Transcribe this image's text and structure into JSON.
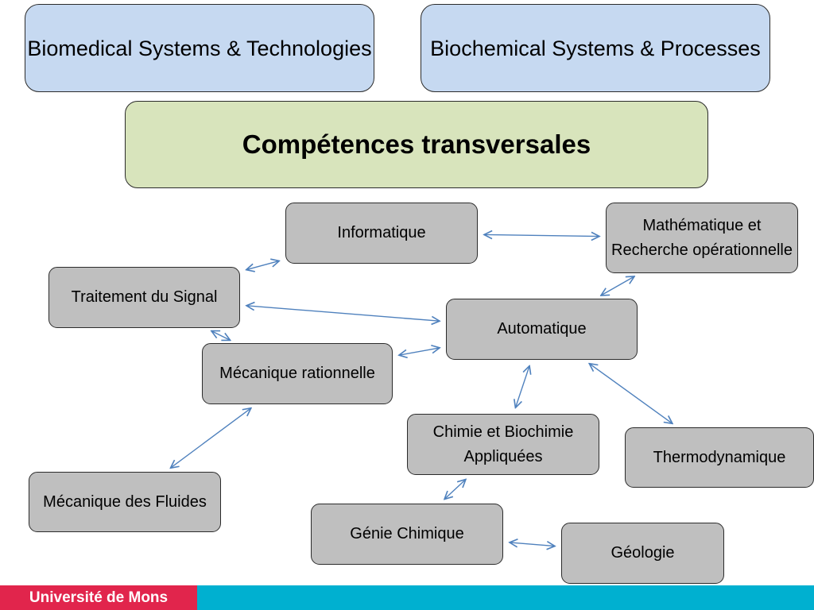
{
  "top_boxes": {
    "biomedical": "Biomedical Systems & Technologies",
    "biochemical": "Biochemical Systems & Processes"
  },
  "central_title": "Compétences transversales",
  "nodes": {
    "informatique": "Informatique",
    "mathematique": "Mathématique et Recherche opérationnelle",
    "traitement_signal": "Traitement du Signal",
    "automatique": "Automatique",
    "mecanique_rationnelle": "Mécanique rationnelle",
    "chimie_biochimie": "Chimie et Biochimie Appliquées",
    "thermodynamique": "Thermodynamique",
    "mecanique_fluides": "Mécanique des Fluides",
    "genie_chimique": "Génie Chimique",
    "geologie": "Géologie"
  },
  "connections": [
    [
      "informatique",
      "mathematique"
    ],
    [
      "informatique",
      "traitement_signal"
    ],
    [
      "traitement_signal",
      "automatique"
    ],
    [
      "mathematique",
      "automatique"
    ],
    [
      "traitement_signal",
      "mecanique_rationnelle"
    ],
    [
      "mecanique_rationnelle",
      "automatique"
    ],
    [
      "automatique",
      "chimie_biochimie"
    ],
    [
      "automatique",
      "thermodynamique"
    ],
    [
      "mecanique_rationnelle",
      "mecanique_fluides"
    ],
    [
      "chimie_biochimie",
      "genie_chimique"
    ],
    [
      "genie_chimique",
      "geologie"
    ]
  ],
  "colors": {
    "top_box": "#c6d9f1",
    "central_box": "#d8e4bc",
    "node": "#bfbfbf",
    "arrow": "#4f81bd",
    "footer_bar": "#00b0d0",
    "footer_label": "#e1254c"
  },
  "footer": {
    "label": "Université de Mons"
  }
}
